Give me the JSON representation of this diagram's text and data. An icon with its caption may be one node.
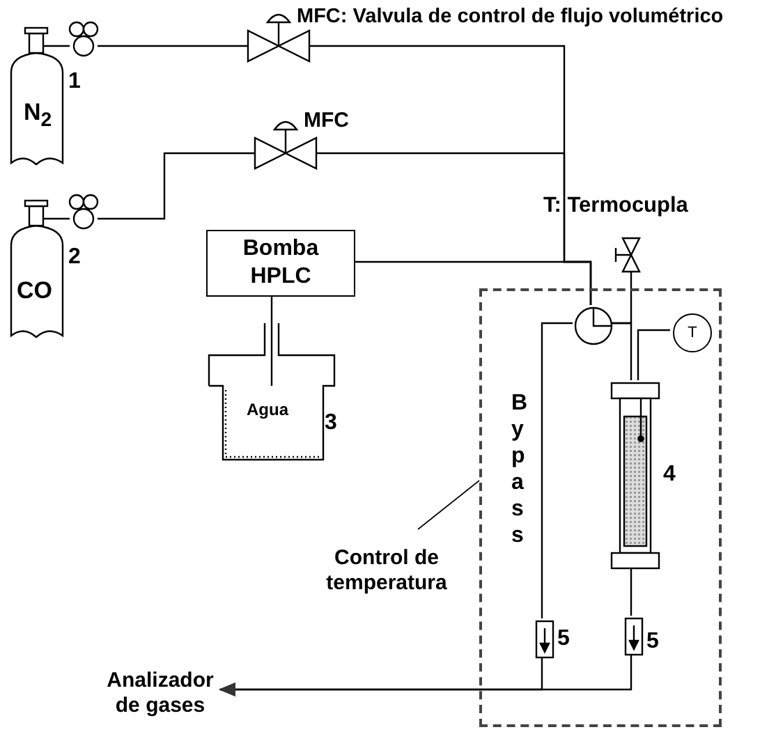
{
  "diagram": {
    "nodes": [
      {
        "text": [
          "N$_{2}$",
          "1"
        ]
      },
      {
        "text": [
          "CO",
          "2"
        ]
      },
      {
        "text": [
          "MFC: Valvula de control de flujo volumétrico"
        ]
      },
      {
        "text": [
          "MFC"
        ]
      },
      {
        "text": [
          "Bomba HPLC"
        ]
      },
      {
        "text": [
          "Agua",
          "3"
        ]
      },
      {
        "text": [],
        "shape": "box"
      },
      {
        "text": [
          "Control de temperatura"
        ]
      },
      {
        "text": [],
        "shape": "circle",
        "in": 6
      },
      {
        "text": [],
        "shape": "valve"
      },
      {
        "text": [
          "T"
        ],
        "in": 6
      },
      {
        "text": [],
        "shape": "cylinder",
        "beside": [
          "4"
        ],
        "in": 6
      },
      {
        "text": [],
        "shape": "box",
        "beside": [
          "5"
        ],
        "in": 6
      },
      {
        "text": [],
        "shape": "box",
        "beside": [
          "5"
        ],
        "in": 6
      },
      {
        "text": [
          "Analizador de gases"
        ]
      }
    ],
    "edges": [
      {
        "from": 0,
        "to": 2,
        "arrow": "none"
      },
      {
        "from": 1,
        "to": 3,
        "arrow": "none"
      },
      {
        "from": 2,
        "to": 8,
        "arrow": "none"
      },
      {
        "from": 3,
        "to": 8,
        "arrow": "none"
      },
      {
        "from": 4,
        "to": 8,
        "arrow": "none"
      },
      {
        "from": 5,
        "to": 4,
        "arrow": "none"
      },
      {
        "from": 8,
        "to": 9,
        "arrow": "none"
      },
      {
        "from": 8,
        "to": 11,
        "arrow": "none"
      },
      {
        "from": 8,
        "to": 12,
        "arrow": "none"
      },
      {
        "from": 10,
        "to": 11,
        "arrow": "none"
      },
      {
        "from": 11,
        "to": 13,
        "arrow": "none"
      },
      {
        "from": 12,
        "to": 14,
        "arrow": "to"
      },
      {
        "from": 13,
        "to": 14,
        "arrow": "to"
      },
      {
        "from": 7,
        "to": 6,
        "arrow": "none"
      }
    ],
    "labels": [
      "T: Termocupla",
      "Bypass"
    ]
  }
}
